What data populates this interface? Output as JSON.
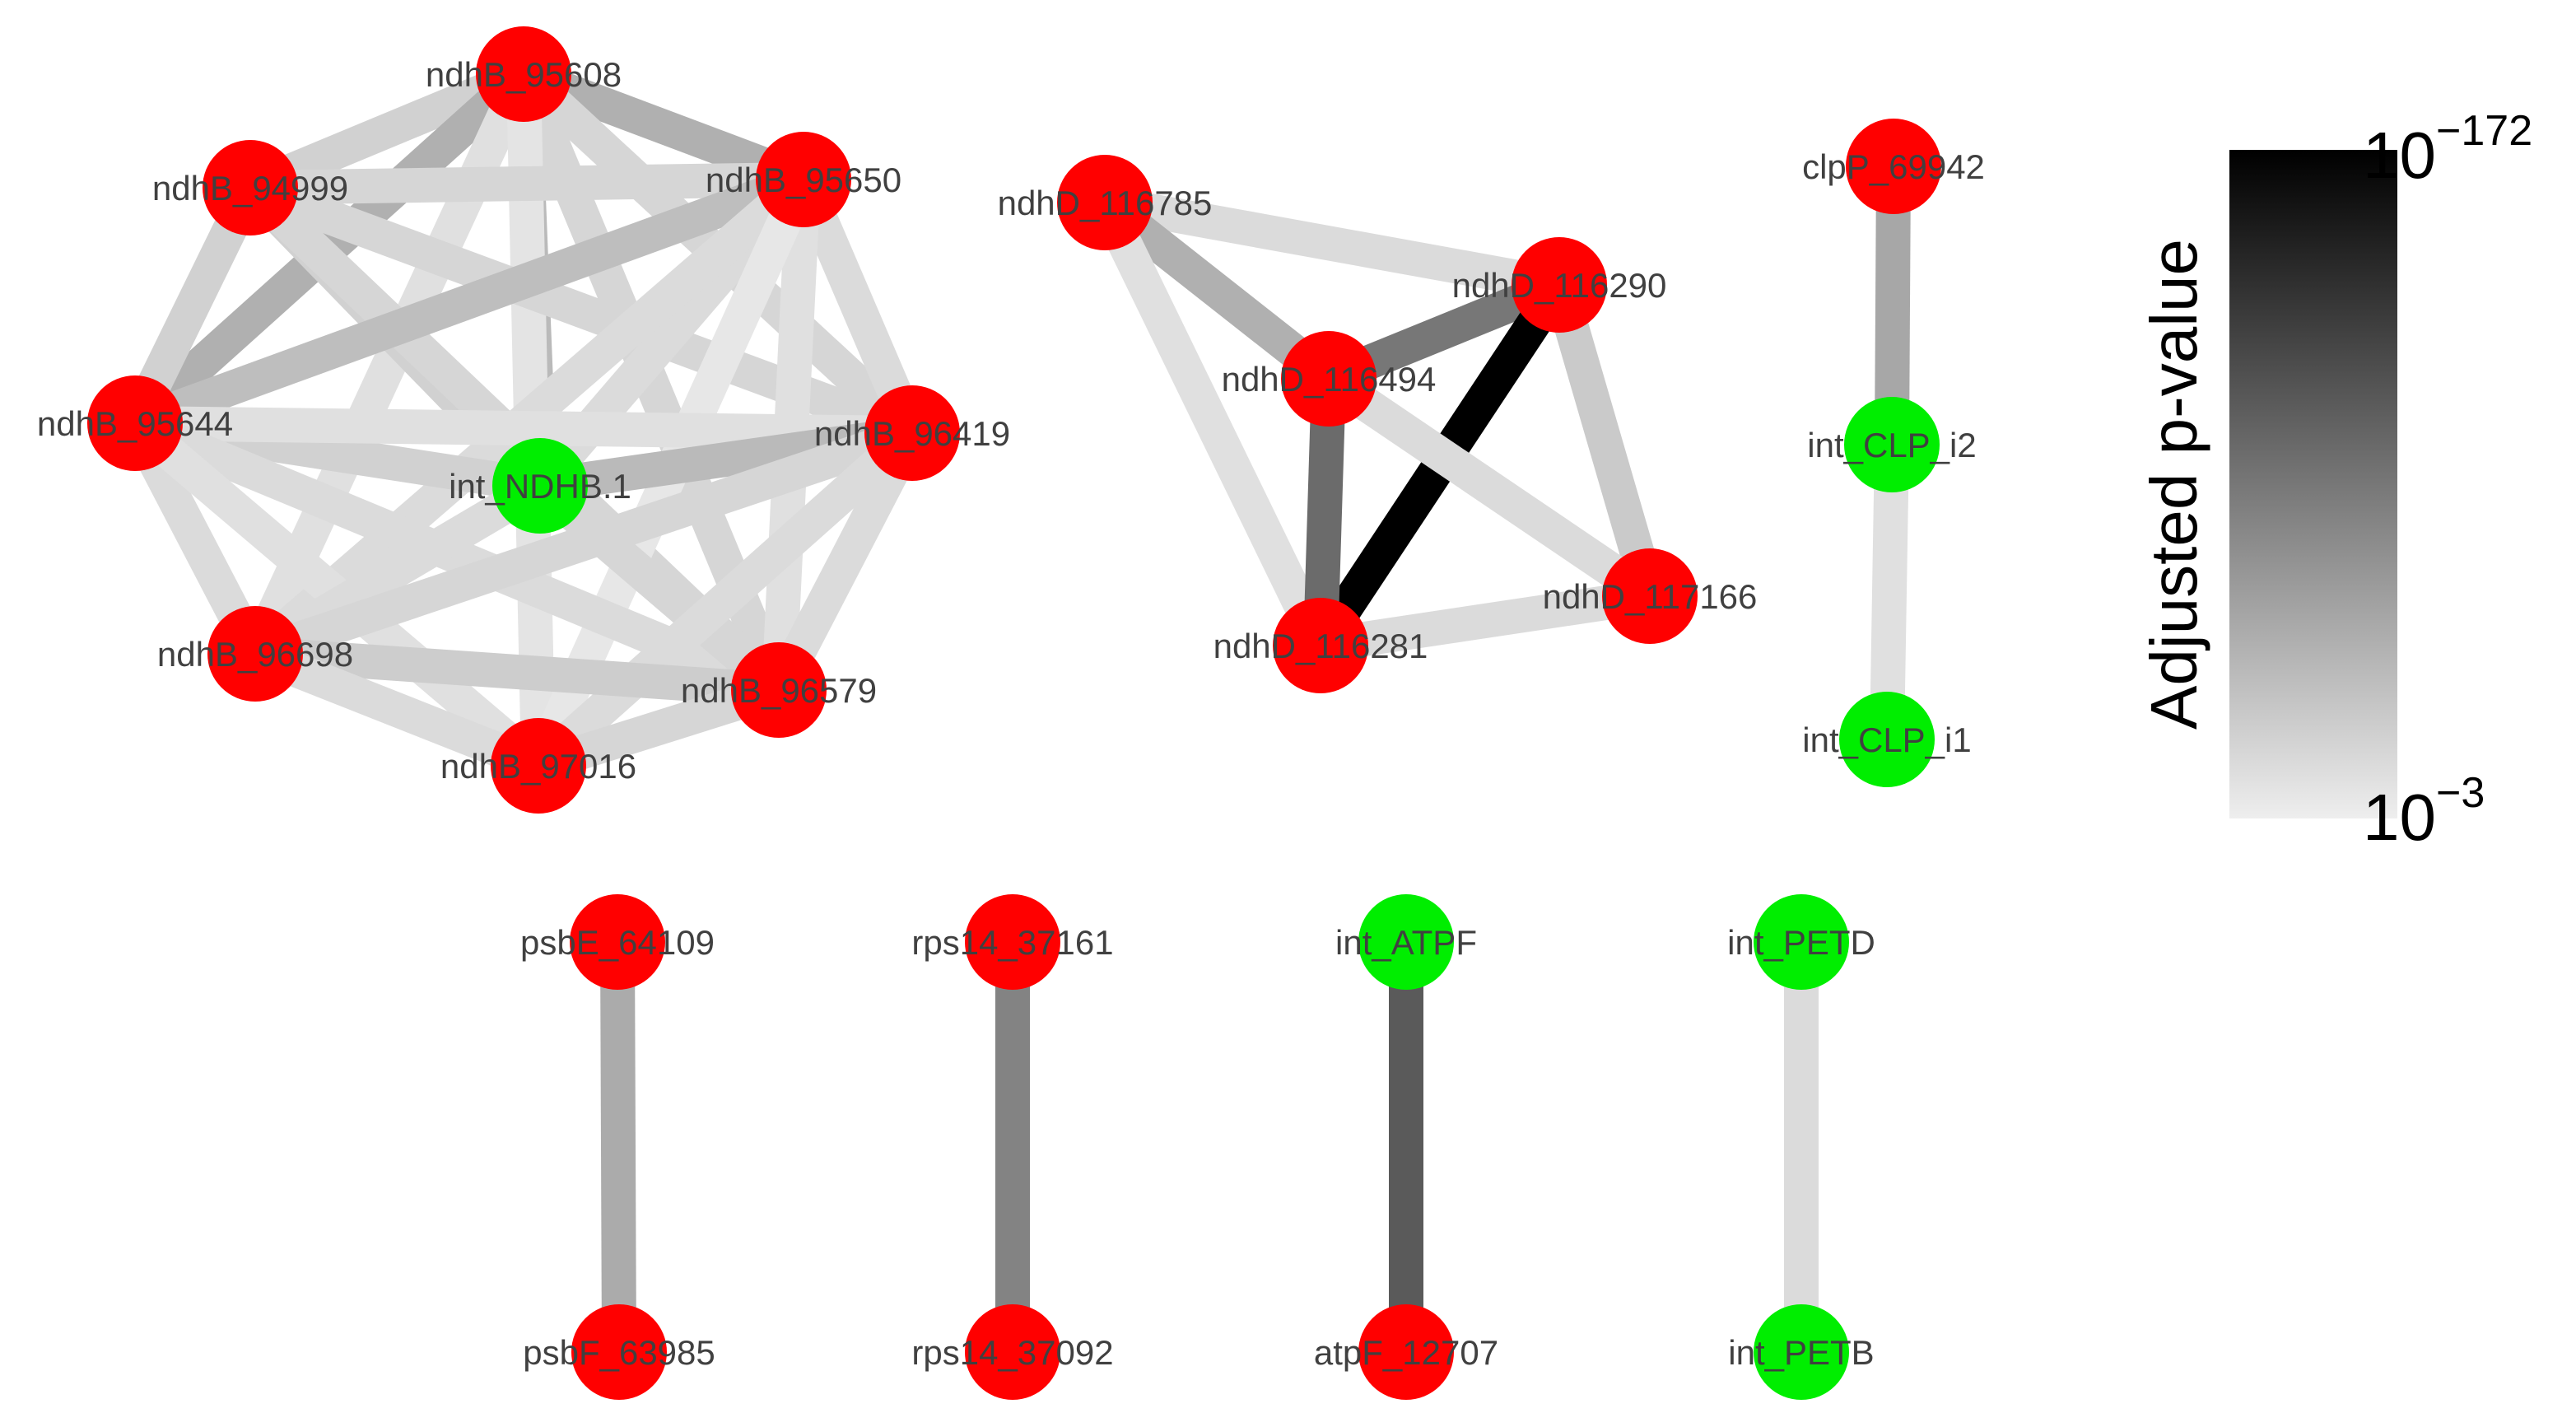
{
  "colors": {
    "red_node": "#ff0000",
    "green_node": "#00ee00",
    "scale_low": "#eeeeee",
    "scale_high": "#000000"
  },
  "legend": {
    "title": "Adjusted p-value",
    "top_base": "10",
    "top_exp": "−172",
    "bottom_base": "10",
    "bottom_exp": "−3"
  },
  "nodes": [
    {
      "id": "ndhB_95608",
      "label": "ndhB_95608",
      "color": "red"
    },
    {
      "id": "ndhB_94999",
      "label": "ndhB_94999",
      "color": "red"
    },
    {
      "id": "ndhB_95650",
      "label": "ndhB_95650",
      "color": "red"
    },
    {
      "id": "ndhB_95644",
      "label": "ndhB_95644",
      "color": "red"
    },
    {
      "id": "int_NDHB.1",
      "label": "int_NDHB.1",
      "color": "green"
    },
    {
      "id": "ndhB_96419",
      "label": "ndhB_96419",
      "color": "red"
    },
    {
      "id": "ndhB_96698",
      "label": "ndhB_96698",
      "color": "red"
    },
    {
      "id": "ndhB_96579",
      "label": "ndhB_96579",
      "color": "red"
    },
    {
      "id": "ndhB_97016",
      "label": "ndhB_97016",
      "color": "red"
    },
    {
      "id": "ndhD_116785",
      "label": "ndhD_116785",
      "color": "red"
    },
    {
      "id": "ndhD_116290",
      "label": "ndhD_116290",
      "color": "red"
    },
    {
      "id": "ndhD_116494",
      "label": "ndhD_116494",
      "color": "red"
    },
    {
      "id": "ndhD_117166",
      "label": "ndhD_117166",
      "color": "red"
    },
    {
      "id": "ndhD_116281",
      "label": "ndhD_116281",
      "color": "red"
    },
    {
      "id": "clpP_69942",
      "label": "clpP_69942",
      "color": "red"
    },
    {
      "id": "int_CLP_i2",
      "label": "int_CLP_i2",
      "color": "green"
    },
    {
      "id": "int_CLP_i1",
      "label": "int_CLP_i1",
      "color": "green"
    },
    {
      "id": "psbE_64109",
      "label": "psbE_64109",
      "color": "red"
    },
    {
      "id": "psbF_63985",
      "label": "psbF_63985",
      "color": "red"
    },
    {
      "id": "rps14_37161",
      "label": "rps14_37161",
      "color": "red"
    },
    {
      "id": "rps14_37092",
      "label": "rps14_37092",
      "color": "red"
    },
    {
      "id": "int_ATPF",
      "label": "int_ATPF",
      "color": "green"
    },
    {
      "id": "atpF_12707",
      "label": "atpF_12707",
      "color": "red"
    },
    {
      "id": "int_PETD",
      "label": "int_PETD",
      "color": "green"
    },
    {
      "id": "int_PETB",
      "label": "int_PETB",
      "color": "green"
    }
  ],
  "edges": [
    {
      "source": "ndhB_95608",
      "target": "ndhB_94999",
      "shade": 0.12
    },
    {
      "source": "ndhB_95608",
      "target": "ndhB_95650",
      "shade": 0.26
    },
    {
      "source": "ndhB_95608",
      "target": "ndhB_95644",
      "shade": 0.26
    },
    {
      "source": "ndhB_95608",
      "target": "int_NDHB.1",
      "shade": 0.22
    },
    {
      "source": "ndhB_95608",
      "target": "ndhB_96419",
      "shade": 0.1
    },
    {
      "source": "ndhB_95608",
      "target": "ndhB_96698",
      "shade": 0.06
    },
    {
      "source": "ndhB_95608",
      "target": "ndhB_96579",
      "shade": 0.1
    },
    {
      "source": "ndhB_95608",
      "target": "ndhB_97016",
      "shade": 0.04
    },
    {
      "source": "ndhB_94999",
      "target": "ndhB_95650",
      "shade": 0.1
    },
    {
      "source": "ndhB_94999",
      "target": "ndhB_95644",
      "shade": 0.12
    },
    {
      "source": "ndhB_94999",
      "target": "int_NDHB.1",
      "shade": 0.12
    },
    {
      "source": "ndhB_94999",
      "target": "ndhB_96419",
      "shade": 0.1
    },
    {
      "source": "ndhB_94999",
      "target": "ndhB_96579",
      "shade": 0.1
    },
    {
      "source": "ndhB_95650",
      "target": "ndhB_95644",
      "shade": 0.2
    },
    {
      "source": "ndhB_95650",
      "target": "int_NDHB.1",
      "shade": 0.08
    },
    {
      "source": "ndhB_95650",
      "target": "ndhB_96419",
      "shade": 0.08
    },
    {
      "source": "ndhB_95650",
      "target": "ndhB_96698",
      "shade": 0.08
    },
    {
      "source": "ndhB_95650",
      "target": "ndhB_96579",
      "shade": 0.06
    },
    {
      "source": "ndhB_95650",
      "target": "ndhB_97016",
      "shade": 0.03
    },
    {
      "source": "ndhB_95644",
      "target": "int_NDHB.1",
      "shade": 0.12
    },
    {
      "source": "ndhB_95644",
      "target": "ndhB_96419",
      "shade": 0.06
    },
    {
      "source": "ndhB_95644",
      "target": "ndhB_96698",
      "shade": 0.08
    },
    {
      "source": "ndhB_95644",
      "target": "ndhB_96579",
      "shade": 0.08
    },
    {
      "source": "ndhB_95644",
      "target": "ndhB_97016",
      "shade": 0.06
    },
    {
      "source": "int_NDHB.1",
      "target": "ndhB_96419",
      "shade": 0.22
    },
    {
      "source": "int_NDHB.1",
      "target": "ndhB_96698",
      "shade": 0.08
    },
    {
      "source": "int_NDHB.1",
      "target": "ndhB_96579",
      "shade": 0.1
    },
    {
      "source": "ndhB_96419",
      "target": "ndhB_96698",
      "shade": 0.1
    },
    {
      "source": "ndhB_96419",
      "target": "ndhB_96579",
      "shade": 0.08
    },
    {
      "source": "ndhB_96419",
      "target": "ndhB_97016",
      "shade": 0.08
    },
    {
      "source": "ndhB_96698",
      "target": "ndhB_96579",
      "shade": 0.14
    },
    {
      "source": "ndhB_96698",
      "target": "ndhB_97016",
      "shade": 0.08
    },
    {
      "source": "ndhB_96579",
      "target": "ndhB_97016",
      "shade": 0.1
    },
    {
      "source": "ndhD_116785",
      "target": "ndhD_116290",
      "shade": 0.08
    },
    {
      "source": "ndhD_116785",
      "target": "ndhD_116494",
      "shade": 0.26
    },
    {
      "source": "ndhD_116785",
      "target": "ndhD_116281",
      "shade": 0.06
    },
    {
      "source": "ndhD_116290",
      "target": "ndhD_116494",
      "shade": 0.5
    },
    {
      "source": "ndhD_116290",
      "target": "ndhD_116281",
      "shade": 1.0
    },
    {
      "source": "ndhD_116290",
      "target": "ndhD_117166",
      "shade": 0.15
    },
    {
      "source": "ndhD_116494",
      "target": "ndhD_116281",
      "shade": 0.55
    },
    {
      "source": "ndhD_116494",
      "target": "ndhD_117166",
      "shade": 0.08
    },
    {
      "source": "ndhD_116281",
      "target": "ndhD_117166",
      "shade": 0.08
    },
    {
      "source": "clpP_69942",
      "target": "int_CLP_i2",
      "shade": 0.3
    },
    {
      "source": "int_CLP_i2",
      "target": "int_CLP_i1",
      "shade": 0.06
    },
    {
      "source": "psbE_64109",
      "target": "psbF_63985",
      "shade": 0.28
    },
    {
      "source": "rps14_37161",
      "target": "rps14_37092",
      "shade": 0.45
    },
    {
      "source": "int_ATPF",
      "target": "atpF_12707",
      "shade": 0.62
    },
    {
      "source": "int_PETD",
      "target": "int_PETB",
      "shade": 0.08
    }
  ]
}
